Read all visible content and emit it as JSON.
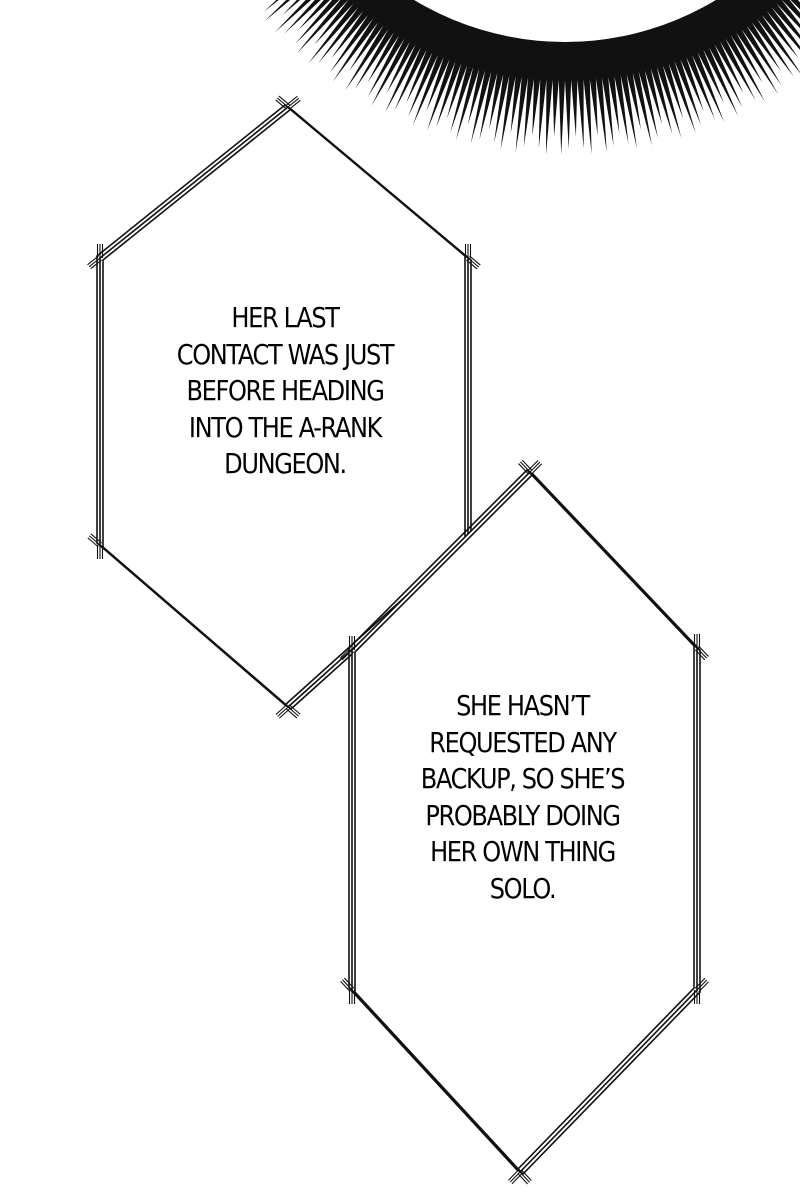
{
  "colors": {
    "background": "#ffffff",
    "ink": "#111111"
  },
  "panel": {
    "captions": [
      {
        "lines": [
          "HER LAST",
          "CONTACT WAS JUST",
          "BEFORE HEADING",
          "INTO THE A-RANK",
          "DUNGEON."
        ]
      },
      {
        "lines": [
          "SHE HASN’T",
          "REQUESTED ANY",
          "BACKUP, SO SHE’S",
          "PROBABLY DOING",
          "HER OWN THING",
          "SOLO."
        ]
      }
    ]
  }
}
